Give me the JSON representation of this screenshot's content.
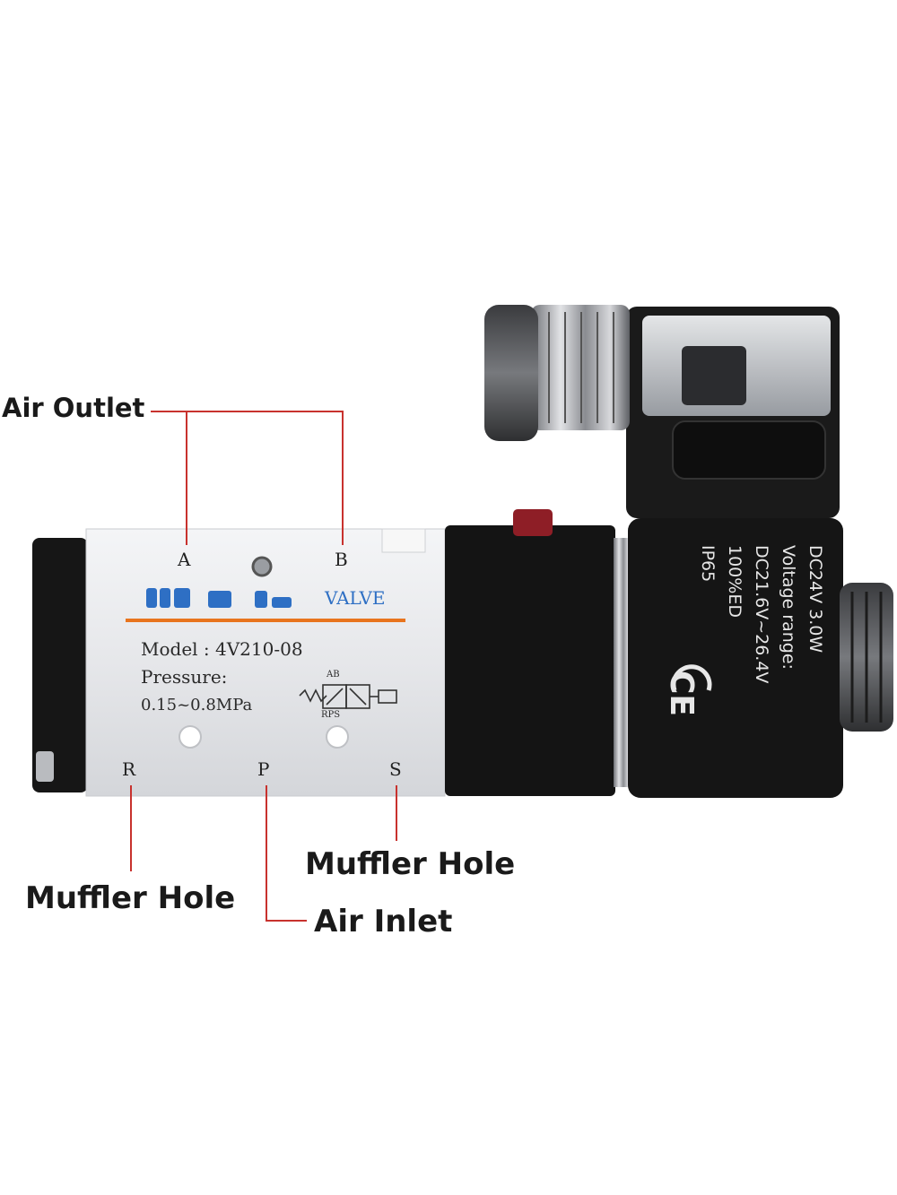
{
  "callouts": {
    "air_outlet": "Air Outlet",
    "muffler_hole_left": "Muffler Hole",
    "muffler_hole_right": "Muffler Hole",
    "air_inlet": "Air Inlet"
  },
  "ports": {
    "a": "A",
    "b": "B",
    "r": "R",
    "p": "P",
    "s": "S"
  },
  "valve_label": {
    "brand": "VALVE",
    "model": "Model : 4V210-08",
    "pressure_label": "Pressure:",
    "pressure_range": "0.15~0.8MPa",
    "symbol_top": "AB",
    "symbol_bottom": "RPS"
  },
  "coil_label": {
    "line1": "DC24V  3.0W",
    "line2": "Voltage range:",
    "line3": "DC21.6V~26.4V",
    "line4": "100%ED",
    "line5": "IP65",
    "mark": "CE"
  },
  "colors": {
    "lead_line": "#c8322e",
    "accent_stripe": "#e8741e",
    "body": "#e4e5e8",
    "coil": "#151515"
  }
}
